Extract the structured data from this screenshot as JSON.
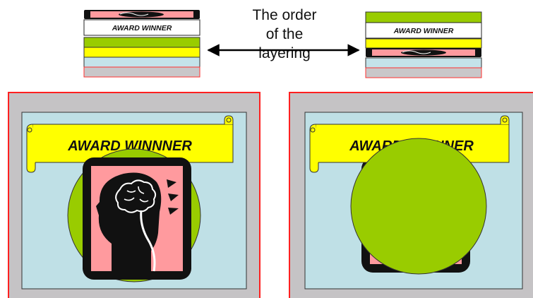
{
  "caption": {
    "lines": [
      "The order",
      "of the",
      "layering"
    ]
  },
  "label_text": "AWARD WINNER",
  "banner_text": "AWARD WINNNER",
  "colors": {
    "frame_border": "#ff2020",
    "frame_fill": "#c5c3c5",
    "panel_fill": "#bfe0e6",
    "banner_fill": "#ffff00",
    "circle_fill": "#99cc00",
    "icon_bg": "#ff9a9e",
    "icon_frame": "#111111",
    "white_layer": "#ffffff",
    "light_blue_layer": "#c4e3ea",
    "grey_layer": "#c9c7c9"
  },
  "layer_stacks": {
    "left": [
      "icon",
      "award-label",
      "green",
      "yellow",
      "light-blue",
      "grey"
    ],
    "right": [
      "green",
      "award-label",
      "yellow",
      "icon",
      "light-blue",
      "grey"
    ]
  },
  "icons": {
    "arrow": "double-headed-arrow-icon",
    "brain": "brain-head-profile-icon",
    "scroll": "scroll-banner-icon"
  }
}
